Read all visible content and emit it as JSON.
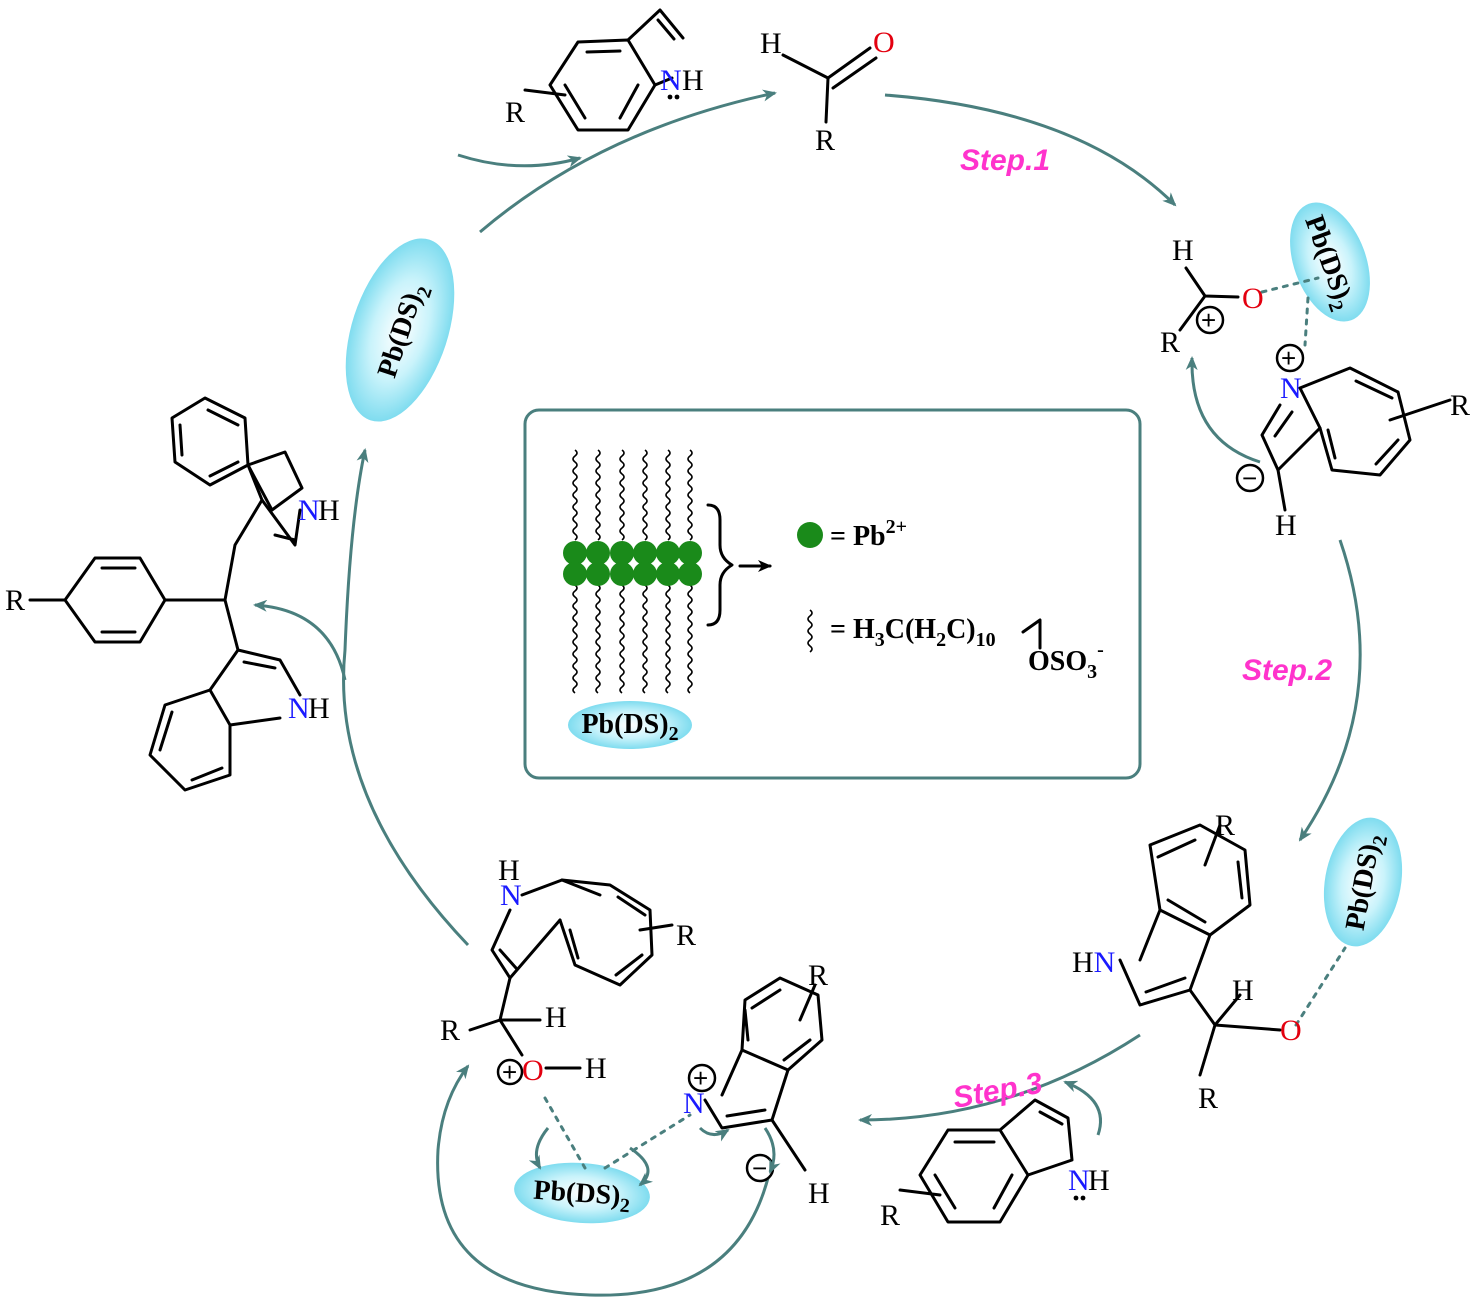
{
  "steps": [
    "Step.1",
    "Step.2",
    "Step.3"
  ],
  "catalyst": {
    "base": "Pb(DS)",
    "sub": "2"
  },
  "legend": {
    "ion_eq": "= Pb",
    "ion_charge": "2+",
    "chain_part1": "= H",
    "chain_sub1": "3",
    "chain_part2": "C(H",
    "chain_sub2": "2",
    "chain_part3": "C)",
    "chain_sub3": "10",
    "chain_part4": "OSO",
    "chain_sub4": "3",
    "chain_charge": "-"
  },
  "atoms": {
    "H": "H",
    "O": "O",
    "R": "R",
    "N": "N",
    "NH": "NH",
    "HN": "HN",
    "plus": "+",
    "minus": "−"
  },
  "colors": {
    "arrow": "#4a7f7e",
    "step": "#ff33cc",
    "oxygen": "#e3000f",
    "nitrogen": "#1a1aff",
    "lead": "#1a8a1a",
    "catalyst_fill": "#9be7f5"
  }
}
